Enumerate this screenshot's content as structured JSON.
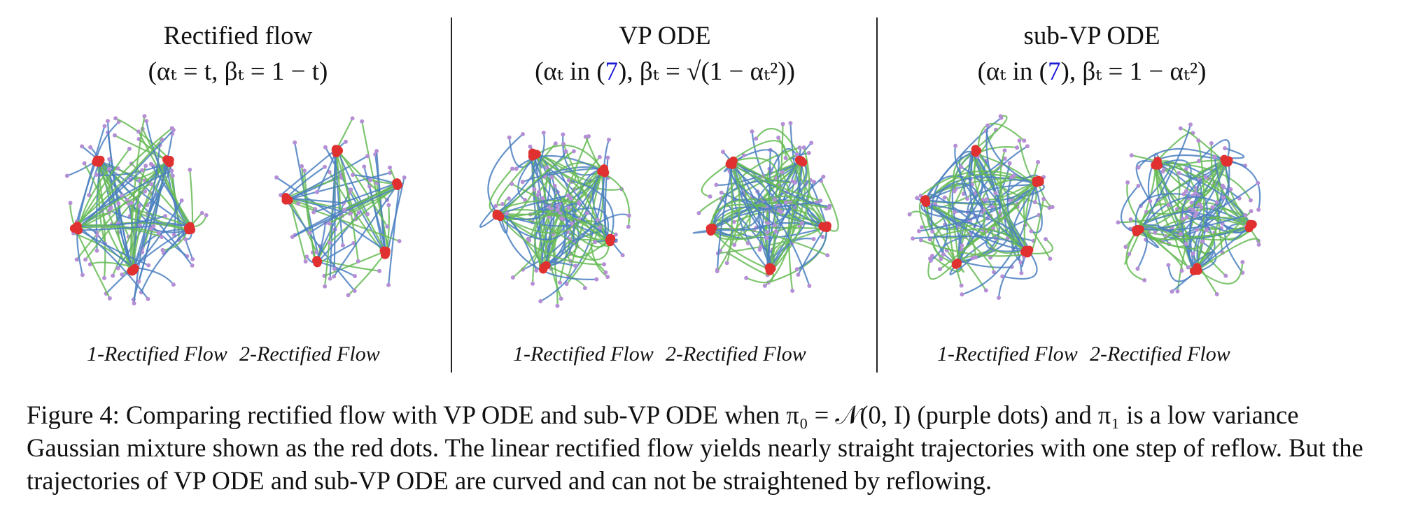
{
  "panels": [
    {
      "title": "Rectified flow",
      "equation": "(αₜ = t, βₜ = 1 − t)",
      "sublabels": [
        "1-Rectified Flow",
        "2-Rectified Flow"
      ]
    },
    {
      "title": "VP ODE",
      "equation_pre": "(αₜ in (",
      "equation_ref": "7",
      "equation_post": "), βₜ = √(1 − αₜ²))",
      "sublabels": [
        "1-Rectified Flow",
        "2-Rectified Flow"
      ]
    },
    {
      "title": "sub-VP ODE",
      "equation_pre": "(αₜ in (",
      "equation_ref": "7",
      "equation_post": "), βₜ = 1 − αₜ²)",
      "sublabels": [
        "1-Rectified Flow",
        "2-Rectified Flow"
      ]
    }
  ],
  "caption": "Figure 4: Comparing rectified flow with VP ODE and sub-VP ODE when π₀ = 𝒩(0, I) (purple dots) and π₁ is a low variance Gaussian mixture shown as the red dots. The linear rectified flow yields nearly straight trajectories with one step of reflow. But the trajectories of VP ODE and sub-VP ODE are curved and can not be straightened by reflowing.",
  "colors": {
    "blue_trajectory": "#4a7fc1",
    "green_trajectory": "#66bb55",
    "red_dots": "#e03030",
    "purple_dots": "#b58fd6",
    "ref_link": "#1a1ad6"
  }
}
